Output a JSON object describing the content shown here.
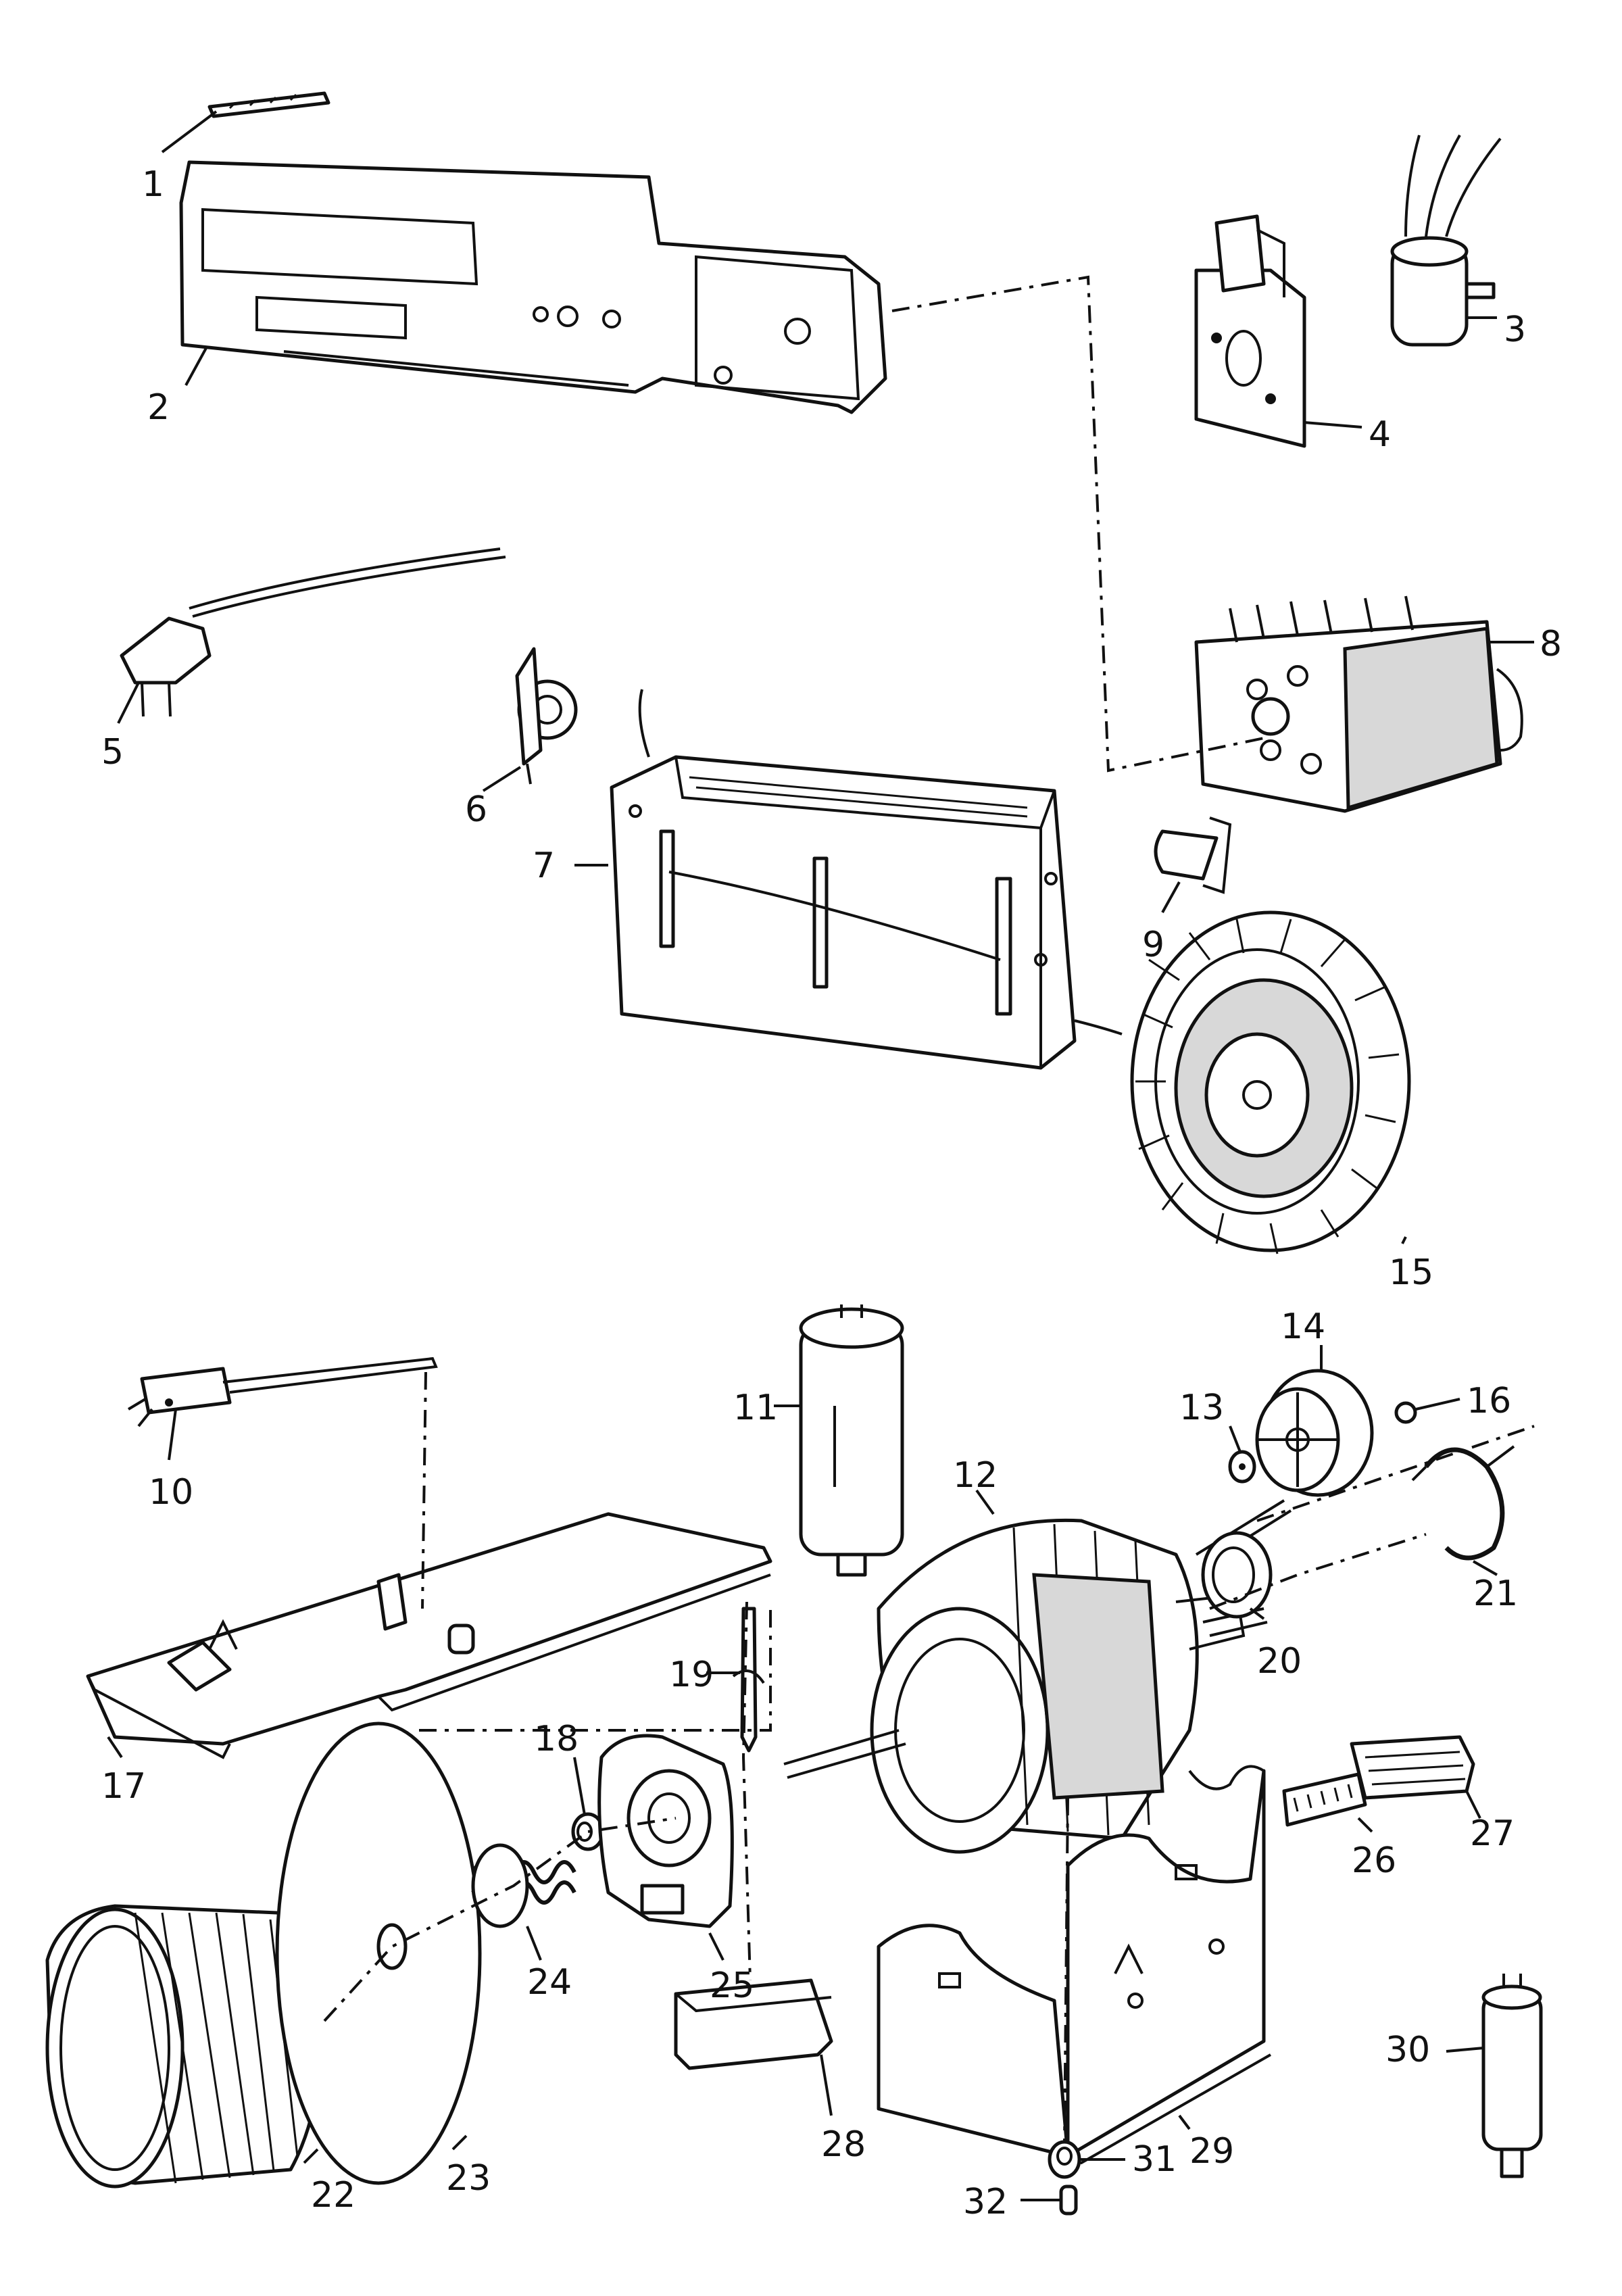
{
  "colors": {
    "ink": "#111111",
    "paper": "#ffffff",
    "shade": "#d8d8d8"
  },
  "labels": {
    "p1": "1",
    "p2": "2",
    "p3": "3",
    "p4": "4",
    "p5": "5",
    "p6": "6",
    "p7": "7",
    "p8": "8",
    "p9": "9",
    "p10": "10",
    "p11": "11",
    "p12": "12",
    "p13": "13",
    "p14": "14",
    "p15": "15",
    "p16": "16",
    "p17": "17",
    "p18": "18",
    "p19": "19",
    "p20": "20",
    "p21": "21",
    "p22": "22",
    "p23": "23",
    "p24": "24",
    "p25": "25",
    "p26": "26",
    "p27": "27",
    "p28": "28",
    "p29": "29",
    "p30": "30",
    "p31": "31",
    "p32": "32"
  }
}
